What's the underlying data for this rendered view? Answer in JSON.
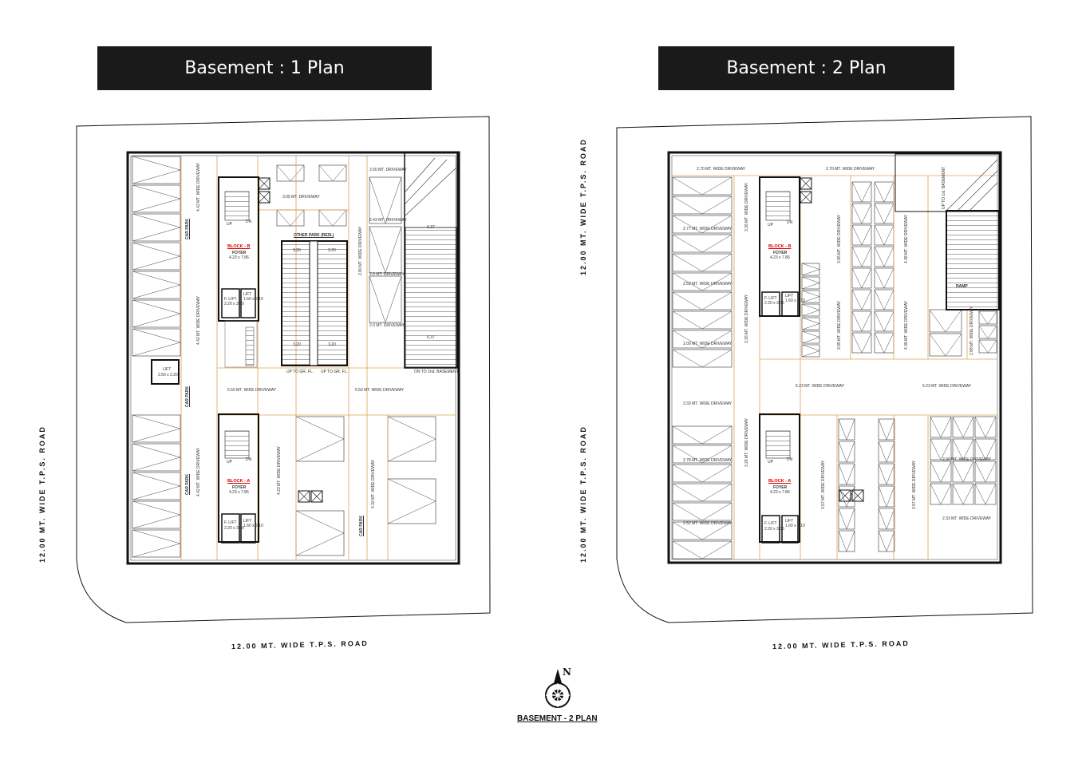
{
  "titles": {
    "plan1": "Basement : 1 Plan",
    "plan2": "Basement : 2 Plan"
  },
  "roads": {
    "left_vertical_1": "12.00 MT. WIDE T.P.S. ROAD",
    "bottom_1": "12.00 MT. WIDE T.P.S. ROAD",
    "left_vertical_2a": "12.00 MT. WIDE T.P.S. ROAD",
    "left_vertical_2b": "12.00 MT. WIDE T.P.S. ROAD",
    "bottom_2": "12.00 MT. WIDE T.P.S. ROAD"
  },
  "plan1": {
    "block_b": "BLOCK - B",
    "block_a": "BLOCK - A",
    "foyer": "FOYER",
    "foyer_dim": "4.23 x 7.86",
    "up": "UP",
    "dn": "DN",
    "flift": "F. LIFT",
    "flift_dim": "2.20 x 3.00",
    "lift": "LIFT",
    "lift_dim": "1.60 x 2.10",
    "lift_box": "LIFT",
    "lift_box_dim": "2.50 x 2.20",
    "car_park": "CAR PARK",
    "driveway_442": "4.42 MT. WIDE DRIVEWAY",
    "driveway_305": "3.05 MT. DRIVEWAY",
    "driveway_250": "2.50 MT. DRIVEWAY",
    "driveway_243": "2.43 MT. DRIVEWAY",
    "driveway_280": "2.80 MT. WIDE DRIVEWAY",
    "driveway_20": "2.0 MT. DRIVEWAY",
    "driveway_550": "5.50 MT. WIDE DRIVEWAY",
    "driveway_423": "4.23 MT. WIDE DRIVEWAY",
    "driveway_432": "4.32 MT. WIDE DRIVEWAY",
    "other_park": "OTHER PARK (RESI.)",
    "dim_320": "3.20",
    "dim_637": "6.37",
    "up_to_gr": "UP TO GR. FL.",
    "onto_2nd": "ON TO 2nd. BASEMENT"
  },
  "plan2": {
    "block_b": "BLOCK - B",
    "block_a": "BLOCK - A",
    "foyer": "FOYER",
    "foyer_dim": "4.23 x 7.86",
    "up": "UP",
    "dn": "DN",
    "flift": "F. LIFT",
    "flift_dim": "2.20 x 3.05",
    "lift": "LIFT",
    "lift_dim": "1.60 x 2.10",
    "driveway_270a": "2.70 MT. WIDE DRIVEWAY",
    "driveway_270b": "2.70 MT. WIDE DRIVEWAY",
    "driveway_277": "2.77 MT. WIDE DRIVEWAY",
    "driveway_252a": "2.52 MT. WIDE DRIVEWAY",
    "driveway_200": "2.00 MT. WIDE DRIVEWAY",
    "driveway_333": "3.33 MT. WIDE DRIVEWAY",
    "driveway_278": "2.78 MT. WIDE DRIVEWAY",
    "driveway_252b": "2.52 MT. WIDE DRIVEWAY",
    "driveway_326": "3.26 MT. WIDE DRIVEWAY",
    "driveway_395": "3.95 MT. WIDE DRIVEWAY",
    "driveway_438": "4.38 MT. WIDE DRIVEWAY",
    "driveway_288": "2.88 MT. WIDE DRIVEWAY",
    "driveway_623a": "6.23 MT. WIDE DRIVEWAY",
    "driveway_623b": "6.23 MT. WIDE DRIVEWAY",
    "driveway_357a": "3.57 MT. WIDE DRIVEWAY",
    "driveway_357b": "3.57 MT. WIDE DRIVEWAY",
    "driveway_230": "2.30 MT. WIDE DRIVEWAY",
    "driveway_233": "2.33 MT. WIDE DRIVEWAY",
    "ramp": "RAMP",
    "up_to_1st": "UP TO 1st. BASEMENT"
  },
  "caption": "BASEMENT - 2 PLAN",
  "north_letter": "N"
}
